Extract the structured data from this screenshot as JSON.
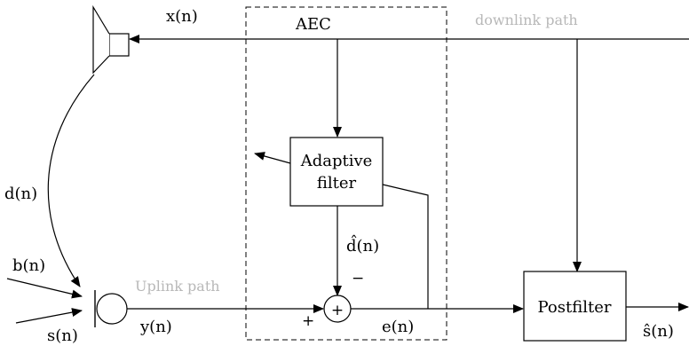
{
  "labels": {
    "aec": "AEC",
    "downlink_path": "downlink path",
    "uplink_path": "Uplink path",
    "x_n": "x(n)",
    "d_n": "d(n)",
    "b_n": "b(n)",
    "s_n": "s(n)",
    "y_n": "y(n)",
    "e_n": "e(n)",
    "d_hat_n": "d̂(n)",
    "s_hat_n": "ŝ(n)",
    "plus": "+",
    "minus": "−",
    "sum_plus": "+"
  },
  "blocks": {
    "adaptive_filter_line1": "Adaptive",
    "adaptive_filter_line2": "filter",
    "postfilter": "Postfilter"
  },
  "colors": {
    "ink": "#000000",
    "muted_label": "#b8b8b8"
  },
  "icons": {
    "loudspeaker": "loudspeaker-icon",
    "microphone": "microphone-icon",
    "summation": "summation-node"
  }
}
